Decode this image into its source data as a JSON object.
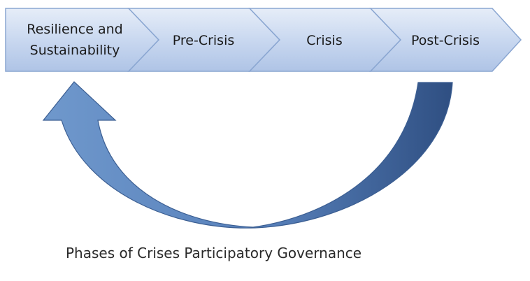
{
  "stages": [
    {
      "line1": "Resilience and",
      "line2": "Sustainability"
    },
    {
      "line1": "Pre-Crisis",
      "line2": ""
    },
    {
      "line1": "Crisis",
      "line2": ""
    },
    {
      "line1": "Post-Crisis",
      "line2": ""
    }
  ],
  "caption": "Phases of Crises Participatory Governance",
  "colors": {
    "chevron_fill_top": "#dbe5f5",
    "chevron_fill_bottom": "#b6c9e8",
    "chevron_stroke": "#8aa6d1",
    "arrow_dark": "#3d5f94",
    "arrow_light": "#6f98cc"
  }
}
